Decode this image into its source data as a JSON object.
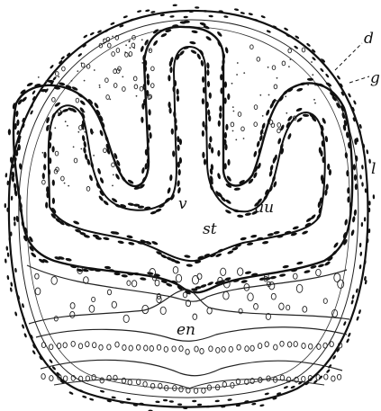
{
  "labels": {
    "d": "d",
    "g": "g",
    "l": "l",
    "v": "v",
    "st": "st",
    "au": "au",
    "en": "en"
  },
  "colors": {
    "ink": "#111111",
    "paper": "#ffffff"
  }
}
